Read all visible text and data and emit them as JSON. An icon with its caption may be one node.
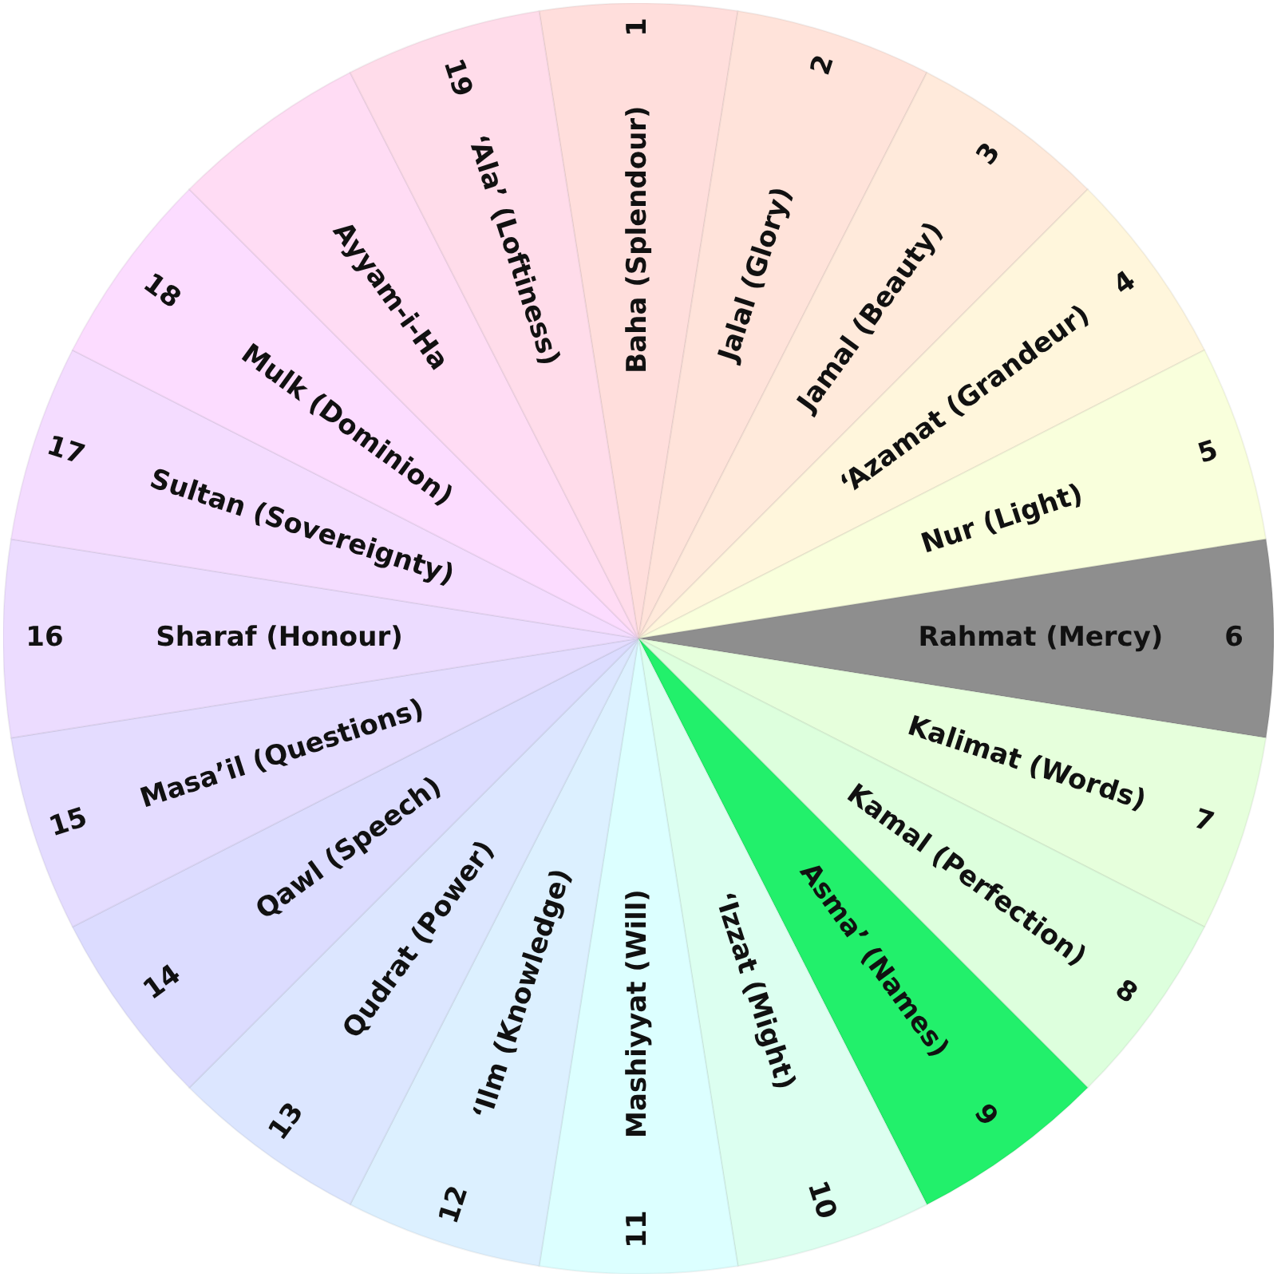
{
  "diagram": {
    "nodes": [
      {
        "text": [
          "Baha (Splendour)",
          "1"
        ]
      },
      {
        "text": [
          "Jalal (Glory)",
          "2"
        ]
      },
      {
        "text": [
          "Jamal (Beauty)",
          "3"
        ]
      },
      {
        "text": [
          "ʻAzamat (Grandeur)",
          "4"
        ]
      },
      {
        "text": [
          "Nur (Light)",
          "5"
        ]
      },
      {
        "text": [
          "Rahmat (Mercy)",
          "6"
        ]
      },
      {
        "text": [
          "Kalimat (Words)",
          "7"
        ]
      },
      {
        "text": [
          "Kamal (Perfection)",
          "8"
        ]
      },
      {
        "text": [
          "Asmaʼ (Names)",
          "9"
        ]
      },
      {
        "text": [
          "ʻIzzat (Might)",
          "10"
        ]
      },
      {
        "text": [
          "11",
          "Mashiyyat (Will)"
        ]
      },
      {
        "text": [
          "12",
          "ʻIlm (Knowledge)"
        ]
      },
      {
        "text": [
          "13",
          "Qudrat (Power)"
        ]
      },
      {
        "text": [
          "14",
          "Qawl (Speech)"
        ]
      },
      {
        "text": [
          "15",
          "Masaʼil (Questions)"
        ]
      },
      {
        "text": [
          "16",
          "Sharaf (Honour)"
        ]
      },
      {
        "text": [
          "17",
          "Sultan (Sovereignty)"
        ]
      },
      {
        "text": [
          "18",
          "Mulk (Dominion)"
        ]
      },
      {
        "text": [
          "Ayyam-i-Ha"
        ]
      },
      {
        "text": [
          "19",
          "ʻAlaʼ (Loftiness)"
        ]
      }
    ]
  }
}
